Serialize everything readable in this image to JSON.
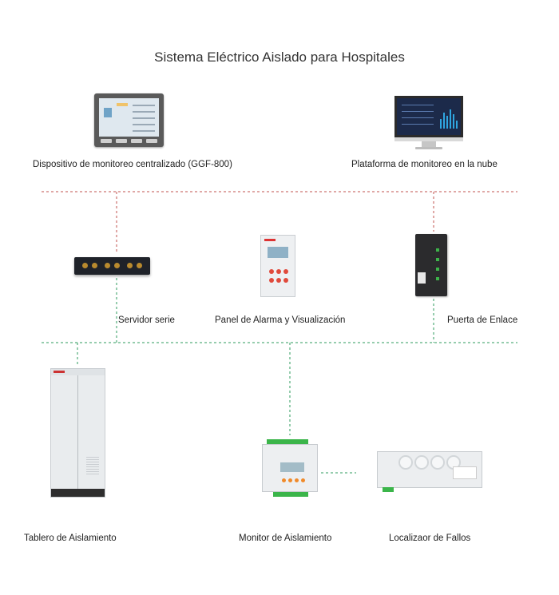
{
  "diagram": {
    "title": "Sistema Eléctrico Aislado para Hospitales",
    "nodes": {
      "ggf": "Dispositivo de monitoreo centralizado (GGF-800)",
      "cloud": "Plataforma de monitoreo en la nube",
      "serial": "Servidor serie",
      "alarm": "Panel de Alarma y Visualización",
      "gateway": "Puerta de Enlace",
      "cabinet": "Tablero de Aislamiento",
      "monitor": "Monitor de Aislamiento",
      "locator": "Localizaor de Fallos"
    },
    "colors": {
      "bus_upper": "#c0504d",
      "bus_lower": "#2e9b5c"
    }
  }
}
